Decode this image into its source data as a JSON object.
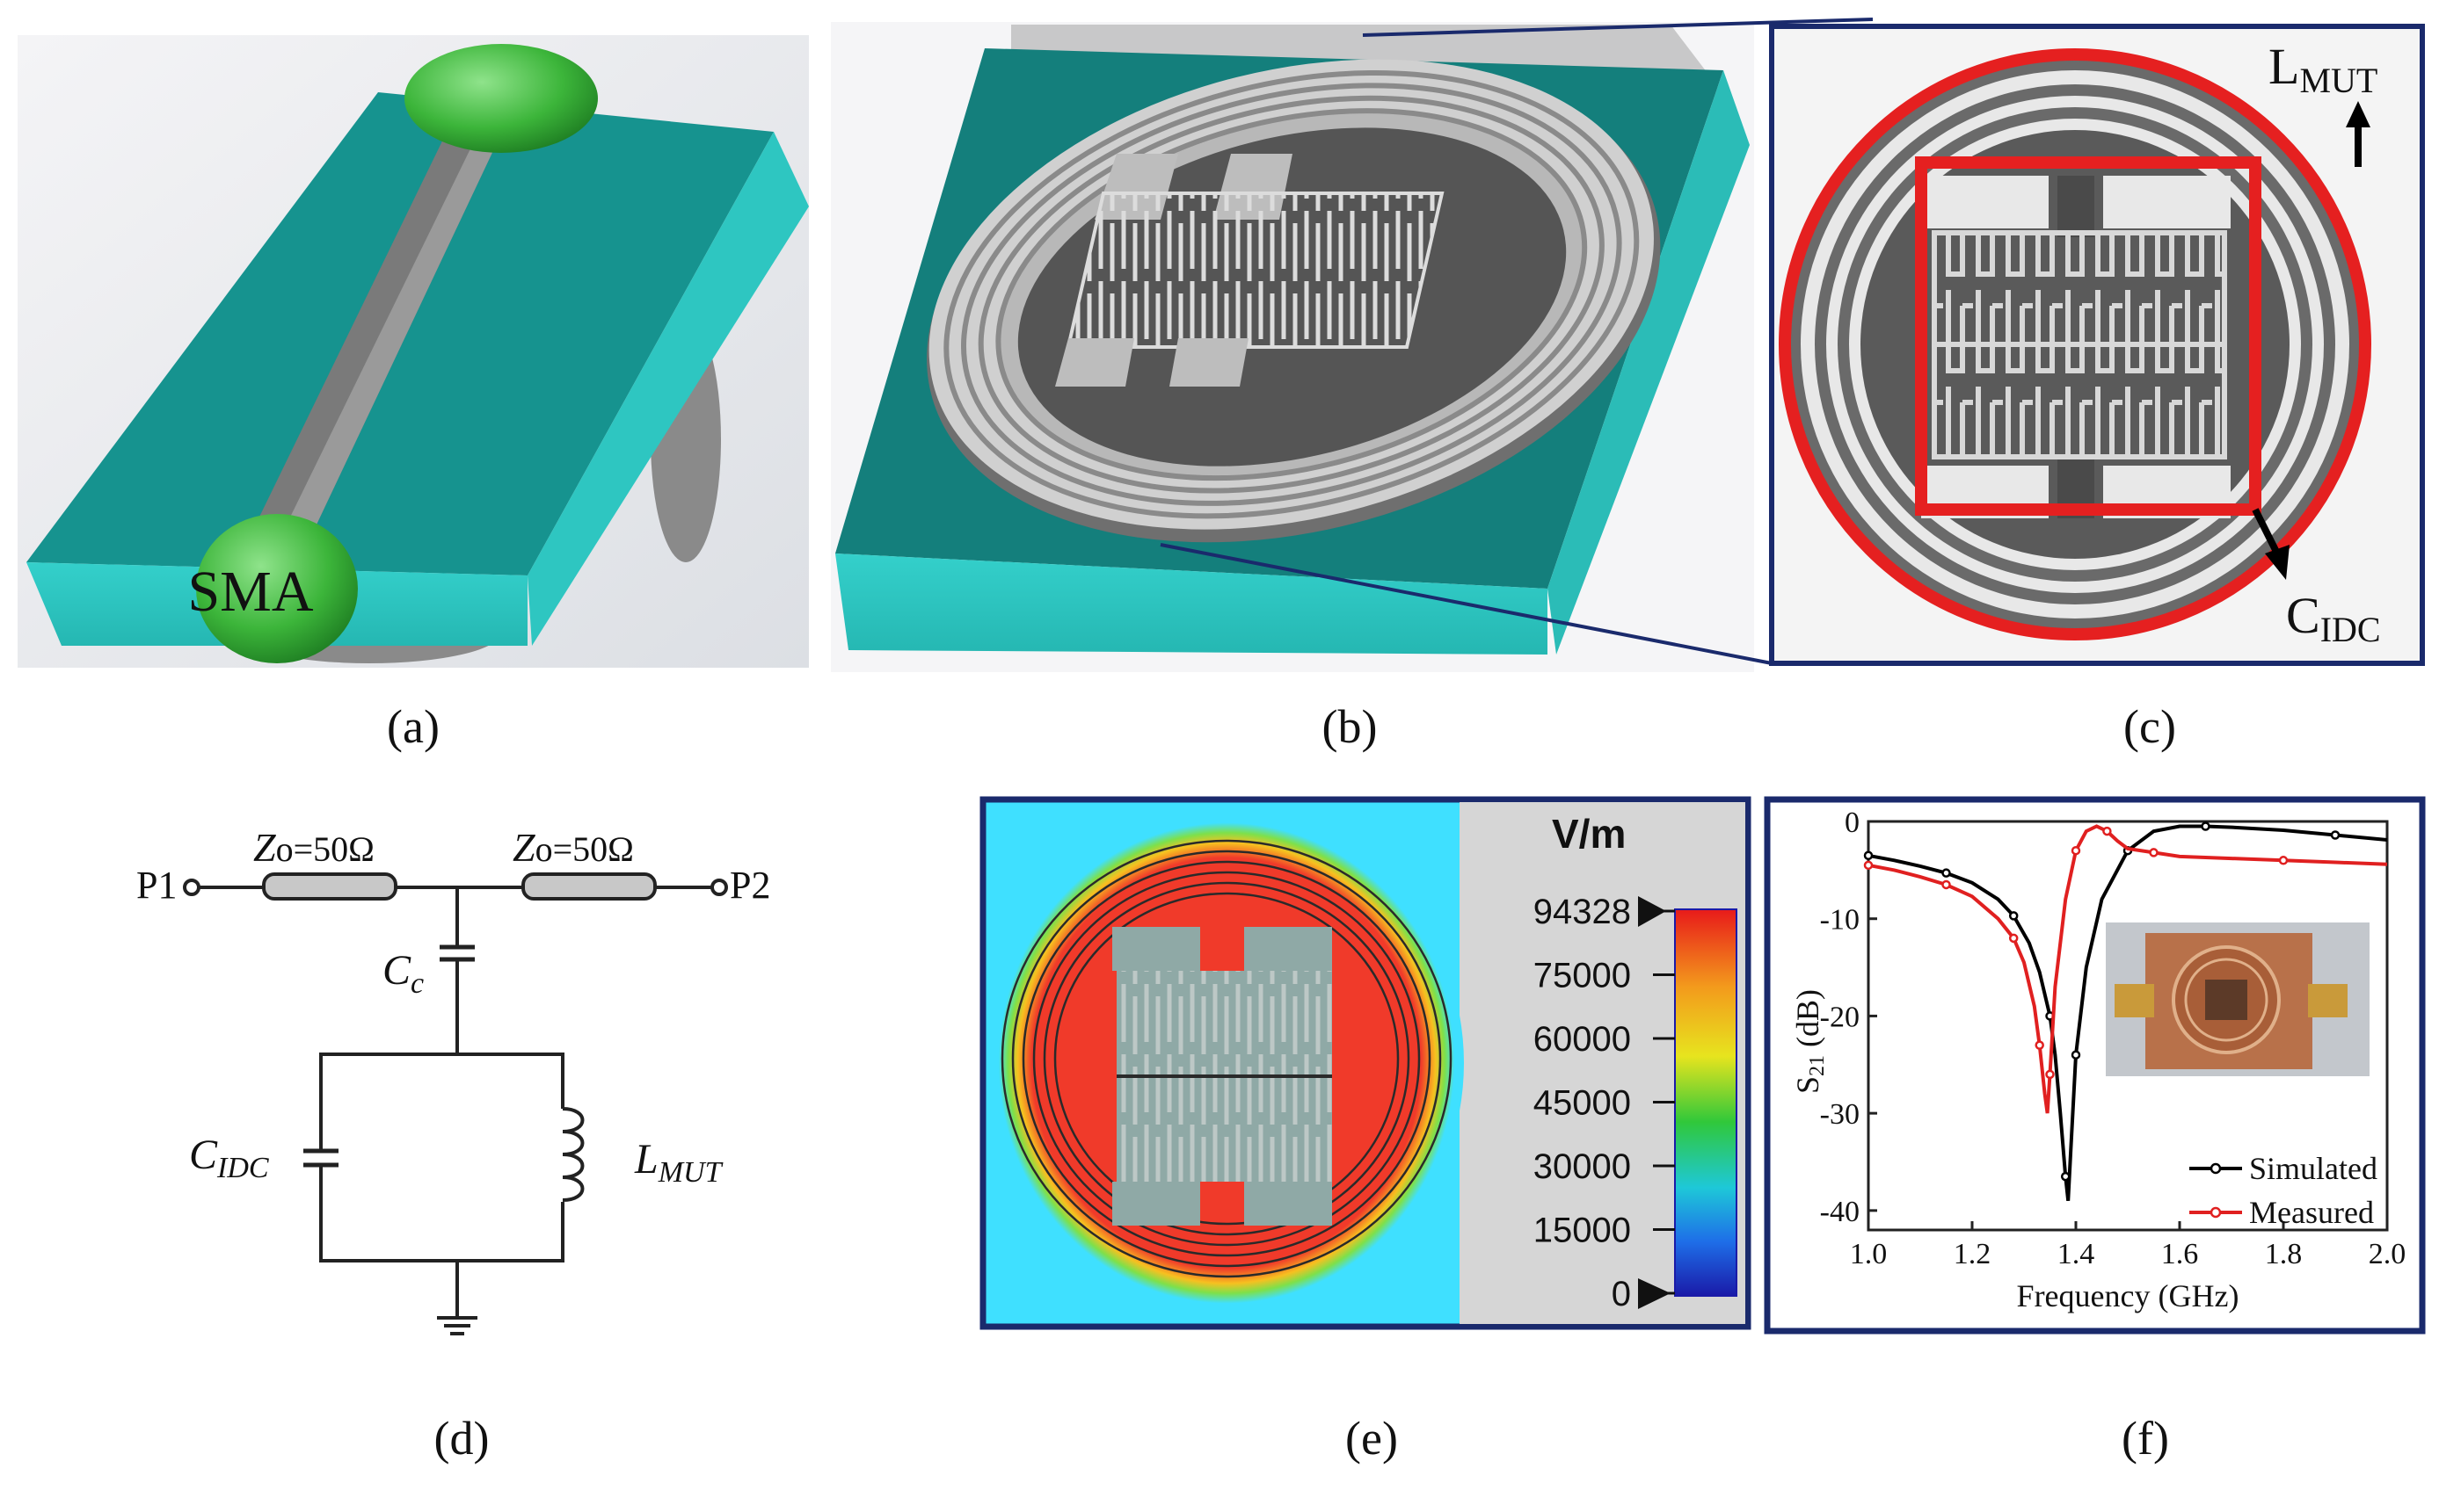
{
  "panels": {
    "a": {
      "caption": "(a)",
      "sma_label": "SMA"
    },
    "b": {
      "caption": "(b)"
    },
    "c": {
      "caption": "(c)",
      "l_main": "L",
      "l_sub": "MUT",
      "c_main": "C",
      "c_sub": "IDC"
    },
    "d": {
      "caption": "(d)",
      "port1": "P1",
      "port2": "P2",
      "z_left": "o=50Ω",
      "z_right": "o=50Ω",
      "z_sym": "Z",
      "cc_main": "C",
      "cc_sub": "c",
      "cidc_main": "C",
      "cidc_sub": "IDC",
      "lmut_main": "L",
      "lmut_sub": "MUT"
    },
    "e": {
      "caption": "(e)",
      "unit": "V/m",
      "scale_ticks": [
        "94328",
        "75000",
        "60000",
        "45000",
        "30000",
        "15000",
        "0"
      ]
    },
    "f": {
      "caption": "(f)"
    }
  },
  "colors": {
    "substrate": "#1fa5a0",
    "substrate_light": "#2fc8c4",
    "metal": "#8c8c8c",
    "ground_dark": "#555555",
    "connector_green": "#3cb53a",
    "highlight_red": "#e52020",
    "frame_navy": "#1a2a6c",
    "sim_line": "#000000",
    "meas_line": "#e02020"
  },
  "chart_data": {
    "type": "line",
    "xlabel": "Frequency (GHz)",
    "ylabel": "S21 (dB)",
    "ylabel_main": "S",
    "ylabel_sub": "21",
    "ylabel_unit": " (dB)",
    "xlim": [
      1.0,
      2.0
    ],
    "ylim": [
      -42,
      0
    ],
    "xticks": [
      "1.0",
      "1.2",
      "1.4",
      "1.6",
      "1.8",
      "2.0"
    ],
    "yticks": [
      "0",
      "-10",
      "-20",
      "-30",
      "-40"
    ],
    "legend_position": "bottom-right",
    "series": [
      {
        "name": "Simulated",
        "x": [
          1.0,
          1.05,
          1.1,
          1.15,
          1.2,
          1.25,
          1.28,
          1.31,
          1.33,
          1.35,
          1.36,
          1.37,
          1.38,
          1.385,
          1.39,
          1.4,
          1.42,
          1.45,
          1.5,
          1.55,
          1.6,
          1.65,
          1.7,
          1.8,
          1.9,
          2.0
        ],
        "y": [
          -3.5,
          -4.0,
          -4.6,
          -5.3,
          -6.3,
          -8.0,
          -9.7,
          -12.5,
          -15.5,
          -20.0,
          -24.0,
          -30.0,
          -36.5,
          -39.0,
          -34.0,
          -24.0,
          -15.0,
          -8.0,
          -3.0,
          -1.0,
          -0.5,
          -0.5,
          -0.6,
          -0.9,
          -1.4,
          -1.9
        ]
      },
      {
        "name": "Measured",
        "x": [
          1.0,
          1.05,
          1.1,
          1.15,
          1.2,
          1.25,
          1.28,
          1.3,
          1.32,
          1.33,
          1.34,
          1.345,
          1.35,
          1.36,
          1.38,
          1.4,
          1.42,
          1.44,
          1.46,
          1.48,
          1.5,
          1.55,
          1.6,
          1.7,
          1.8,
          1.9,
          2.0
        ],
        "y": [
          -4.5,
          -5.0,
          -5.7,
          -6.5,
          -7.7,
          -10.0,
          -12.0,
          -14.5,
          -19.0,
          -23.0,
          -28.0,
          -30.0,
          -26.0,
          -17.0,
          -8.0,
          -3.0,
          -1.0,
          -0.5,
          -1.0,
          -2.0,
          -2.8,
          -3.2,
          -3.6,
          -3.8,
          -4.0,
          -4.2,
          -4.4
        ]
      }
    ]
  }
}
